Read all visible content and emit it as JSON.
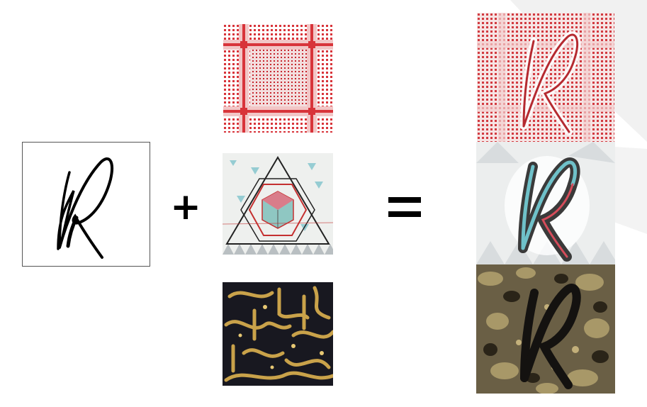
{
  "operators": {
    "plus": "+",
    "equals": "="
  },
  "content_glyph": {
    "letter": "R",
    "icon": "calligraphic-r-glyph",
    "ink_color": "#000000"
  },
  "style_images": [
    {
      "name": "red-keffiyeh-pattern",
      "icon": "keffiyeh-pattern-image",
      "accent": "#d23030"
    },
    {
      "name": "geometric-hexagon-triangles",
      "icon": "geometric-pattern-image",
      "accent": "#5ab8c4"
    },
    {
      "name": "gold-arabic-calligraphy",
      "icon": "arabic-calligraphy-image",
      "accent": "#c9a24a"
    }
  ],
  "result_images": [
    {
      "name": "r-stylized-keffiyeh",
      "icon": "stylized-r-keffiyeh-image",
      "accent": "#d23030"
    },
    {
      "name": "r-stylized-geometric",
      "icon": "stylized-r-geometric-image",
      "accent": "#5ab8c4"
    },
    {
      "name": "r-stylized-calligraphy",
      "icon": "stylized-r-calligraphy-image",
      "accent": "#c9a24a"
    }
  ]
}
